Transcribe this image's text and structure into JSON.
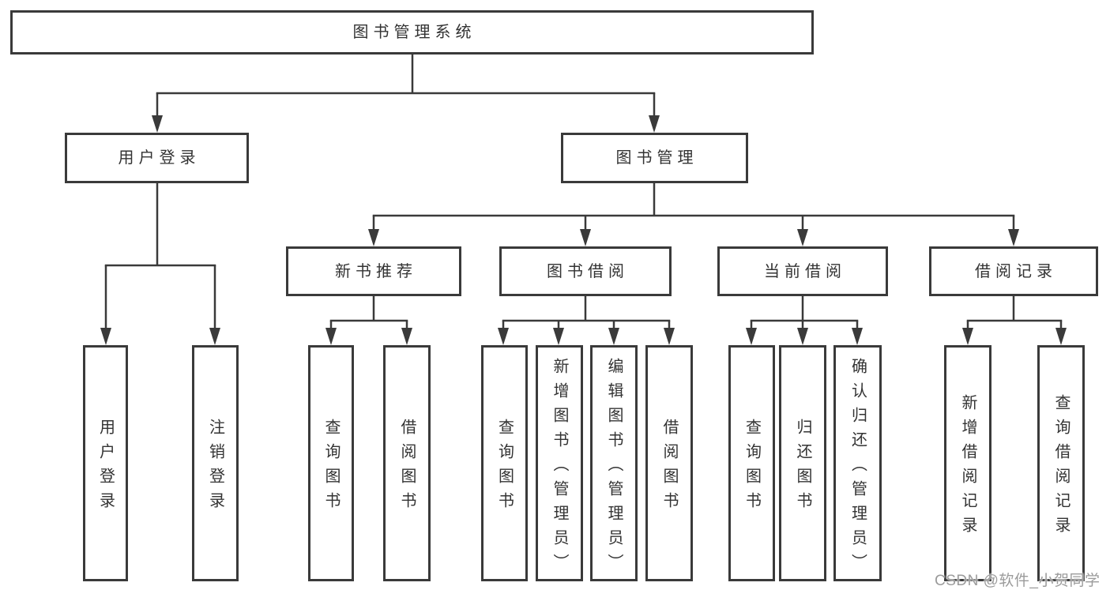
{
  "diagram": {
    "root": {
      "label": "图书管理系统"
    },
    "branches": [
      {
        "label": "用户登录",
        "children": [
          {
            "label": "用户登录"
          },
          {
            "label": "注销登录"
          }
        ]
      },
      {
        "label": "图书管理",
        "children": [
          {
            "label": "新书推荐",
            "children": [
              {
                "label": "查询图书"
              },
              {
                "label": "借阅图书"
              }
            ]
          },
          {
            "label": "图书借阅",
            "children": [
              {
                "label": "查询图书"
              },
              {
                "label": "新增图书（管理员）"
              },
              {
                "label": "编辑图书（管理员）"
              },
              {
                "label": "借阅图书"
              }
            ]
          },
          {
            "label": "当前借阅",
            "children": [
              {
                "label": "查询图书"
              },
              {
                "label": "归还图书"
              },
              {
                "label": "确认归还（管理员）"
              }
            ]
          },
          {
            "label": "借阅记录",
            "children": [
              {
                "label": "新增借阅记录"
              },
              {
                "label": "查询借阅记录"
              }
            ]
          }
        ]
      }
    ]
  },
  "watermark": {
    "text": "CSDN @软件_小贺同学"
  },
  "colors": {
    "line": "#3a3a3a",
    "text": "#333333",
    "watermark": "#9b9b9b",
    "background": "#ffffff"
  }
}
